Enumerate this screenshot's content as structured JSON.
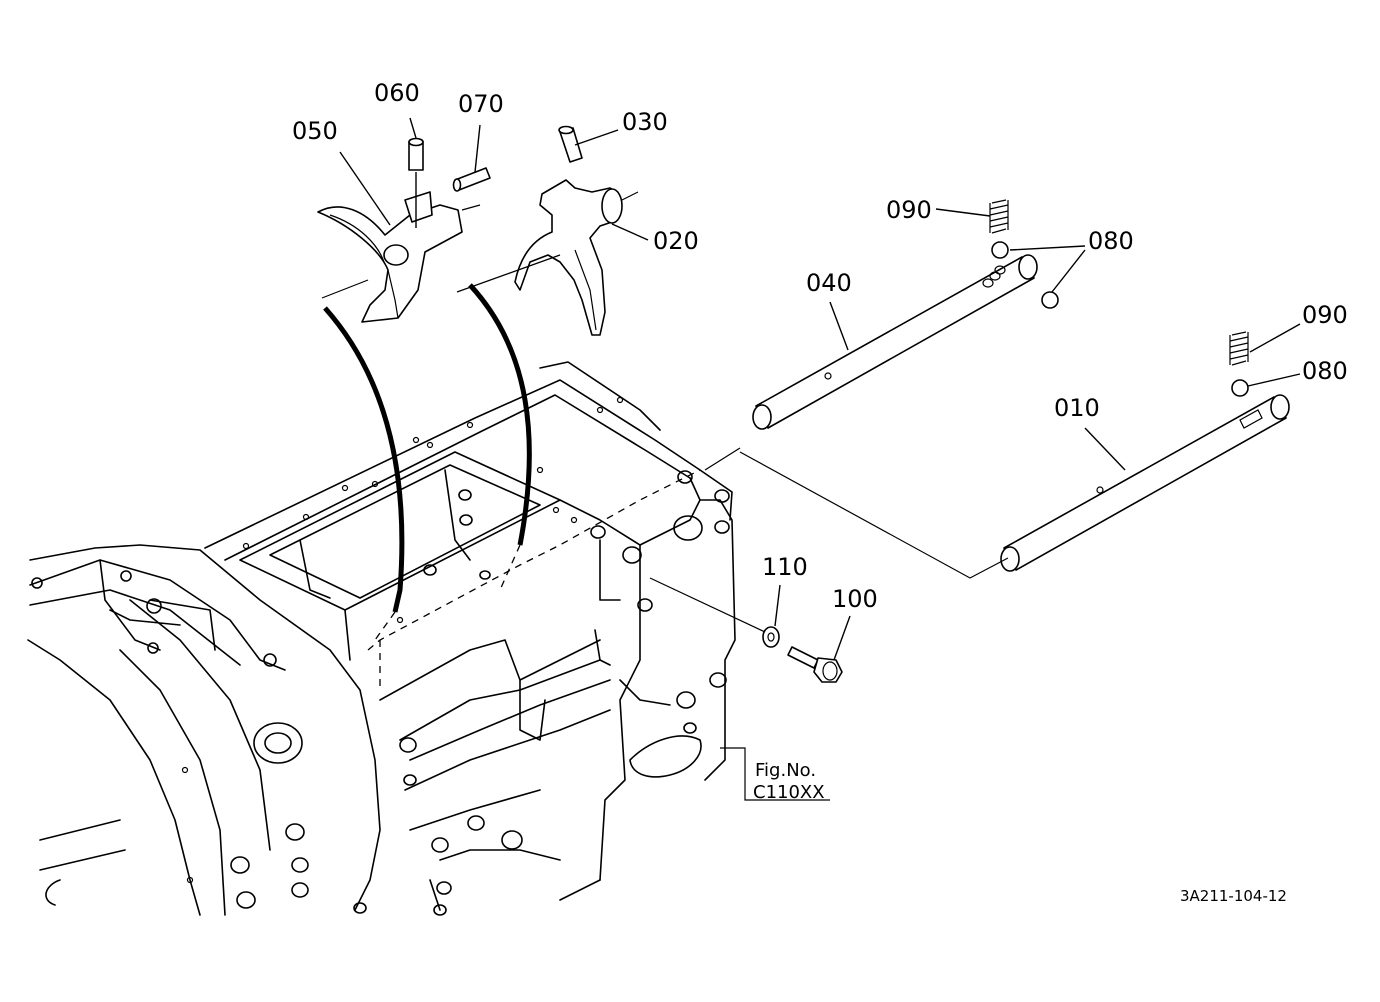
{
  "callouts": {
    "c010": "010",
    "c020": "020",
    "c030": "030",
    "c040": "040",
    "c050": "050",
    "c060": "060",
    "c070": "070",
    "c080a": "080",
    "c080b": "080",
    "c090a": "090",
    "c090b": "090",
    "c100": "100",
    "c110": "110"
  },
  "figure_ref": {
    "label": "Fig.No.",
    "number": "C110XX"
  },
  "drawing_number": "3A211-104-12"
}
